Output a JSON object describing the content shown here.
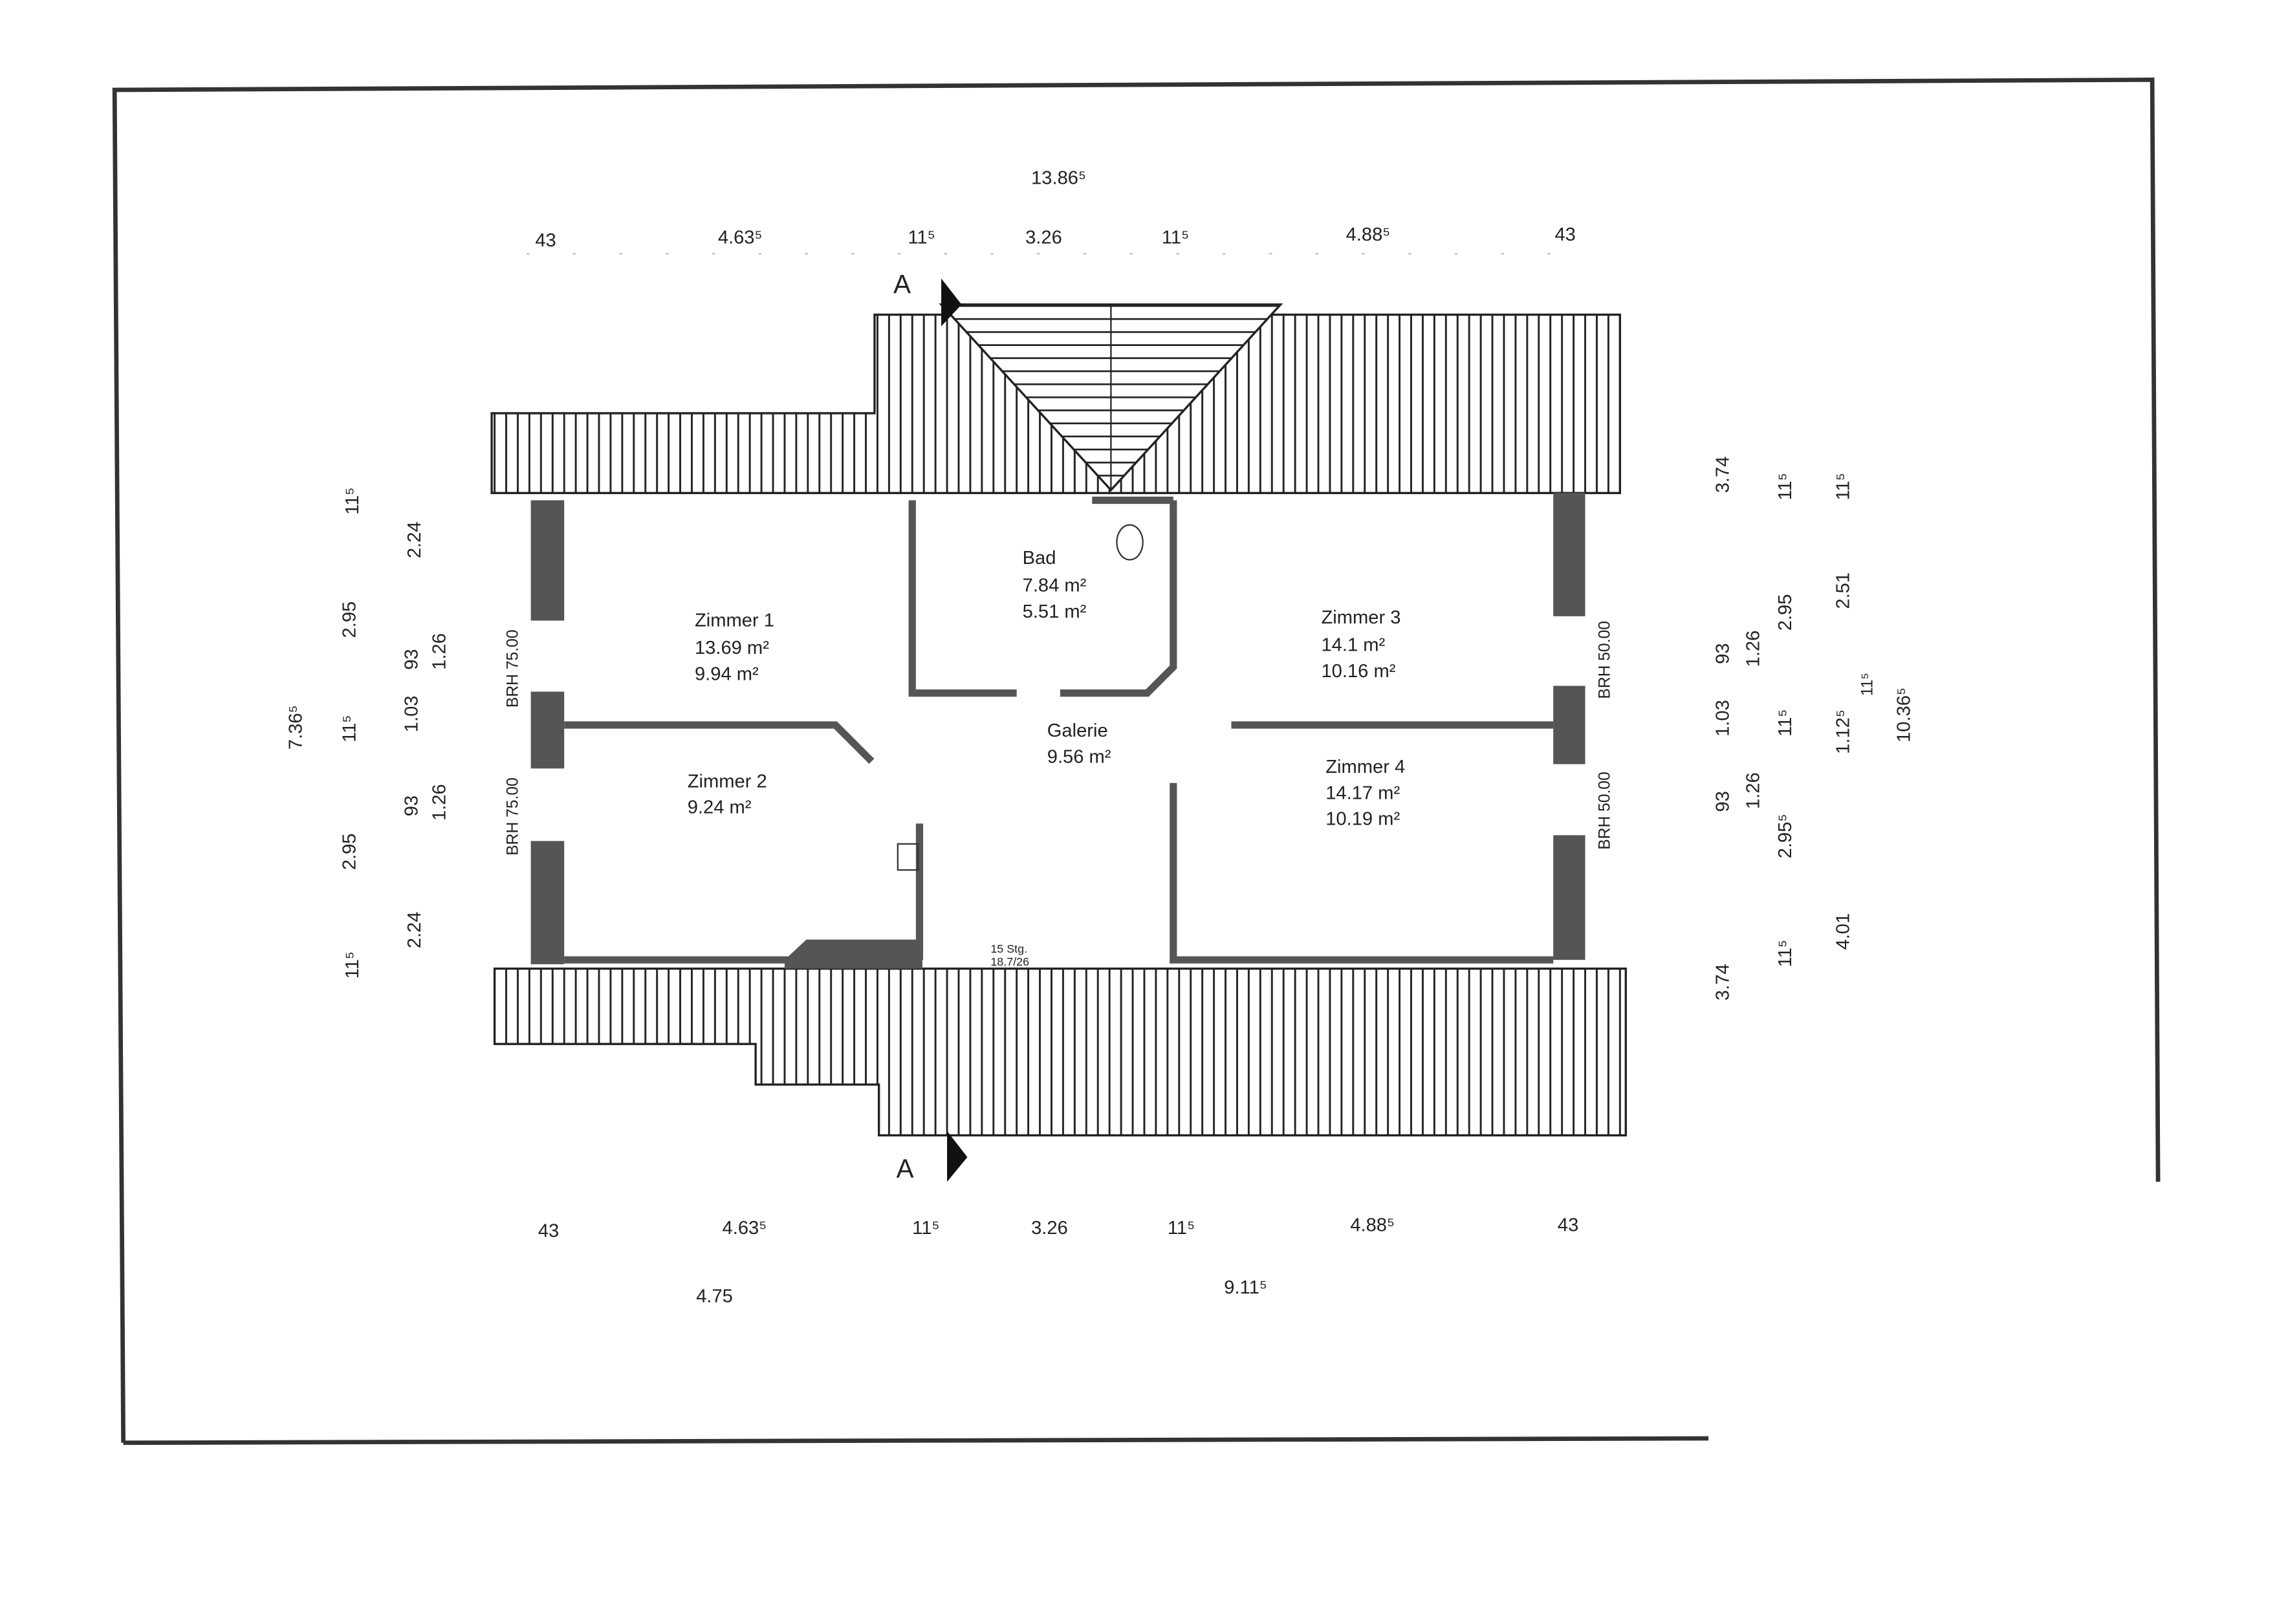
{
  "rooms": [
    {
      "name": "Zimmer 1",
      "area1": "13.69 m²",
      "area2": "9.94 m²"
    },
    {
      "name": "Zimmer 2",
      "area1": "9.24 m²"
    },
    {
      "name": "Bad",
      "area1": "7.84 m²",
      "area2": "5.51 m²"
    },
    {
      "name": "Galerie",
      "area1": "9.56 m²"
    },
    {
      "name": "Zimmer 3",
      "area1": "14.1 m²",
      "area2": "10.16 m²"
    },
    {
      "name": "Zimmer 4",
      "area1": "14.17 m²",
      "area2": "10.19 m²"
    }
  ],
  "section_marks": {
    "top": "A",
    "bottom": "A"
  },
  "stairs": {
    "steps": "15 Stg.",
    "ratio": "18.7/26"
  },
  "brh": {
    "left_upper": "BRH 75.00",
    "left_lower": "BRH 75.00",
    "right_upper": "BRH 50.00",
    "right_lower": "BRH 50.00"
  },
  "dims_top": {
    "total": "13.86⁵",
    "d1": "43",
    "d2": "4.63⁵",
    "d3": "11⁵",
    "d4": "3.26",
    "d5": "11⁵",
    "d6": "4.88⁵",
    "d7": "43"
  },
  "dims_bottom": {
    "d1": "43",
    "d2": "4.63⁵",
    "d3": "11⁵",
    "d4": "3.26",
    "d5": "11⁵",
    "d6": "4.88⁵",
    "d7": "43",
    "s1": "4.75",
    "s2": "9.11⁵"
  },
  "dims_left": {
    "total": "7.36⁵",
    "a1": "11⁵",
    "a2": "2.95",
    "a3": "11⁵",
    "a4": "2.95",
    "a5": "11⁵",
    "b1": "2.24",
    "b2": "93",
    "b3": "1.03",
    "b4": "93",
    "b5": "2.24",
    "c1": "1.26",
    "c2": "1.26"
  },
  "dims_right": {
    "r1": "3.74",
    "r2": "93",
    "r3": "1.03",
    "r4": "93",
    "r5": "3.74",
    "s1": "1.26",
    "s2": "1.26",
    "t1": "11⁵",
    "t2": "2.95",
    "t3": "11⁵",
    "t4": "2.95⁵",
    "t5": "11⁵",
    "u1": "11⁵",
    "u2": "2.51",
    "u3": "1.12⁵",
    "u4": "11⁵",
    "u5": "4.01",
    "total": "10.36⁵"
  }
}
